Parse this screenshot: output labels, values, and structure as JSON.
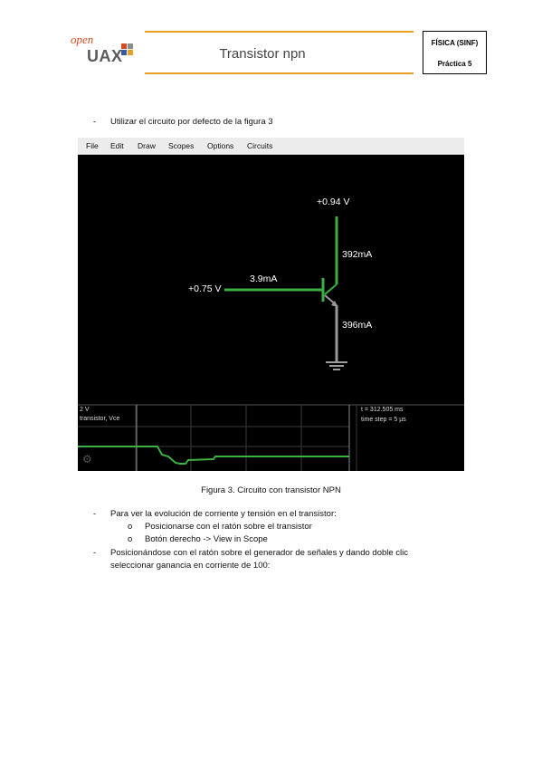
{
  "header": {
    "logo_open": "open",
    "logo_uax": "UAX",
    "title": "Transistor npn",
    "course": "FÍSICA (SINF)",
    "practice": "Práctica 5"
  },
  "intro": {
    "bullet": "-",
    "text": "Utilizar el circuito por defecto de la figura 3"
  },
  "screenshot": {
    "menu": [
      "File",
      "Edit",
      "Draw",
      "Scopes",
      "Options",
      "Circuits"
    ],
    "labels": {
      "collector_voltage": "+0.94 V",
      "collector_current": "392mA",
      "base_voltage": "+0.75 V",
      "base_current": "3.9mA",
      "emitter_current": "396mA"
    },
    "scope": {
      "scale": "2 V",
      "name": "transistor, Vce",
      "time": "t = 312.505 ms",
      "time_step": "time step = 5 µs"
    },
    "colors": {
      "wire_green": "#3cb043",
      "wire_gray": "#9a9a9a",
      "background": "#000000"
    }
  },
  "caption": "Figura 3. Circuito con transistor NPN",
  "list": {
    "item1": {
      "bullet": "-",
      "text": "Para ver la evolución de corriente y tensión en el transistor:",
      "subitems": [
        {
          "bullet": "o",
          "text": "Posicionarse con el ratón sobre el transistor"
        },
        {
          "bullet": "o",
          "text": "Botón derecho -> View in Scope"
        }
      ]
    },
    "item2": {
      "bullet": "-",
      "line1": "Posicionándose con el ratón sobre el generador de señales y dando doble clic",
      "line2": "seleccionar ganancia en corriente de 100:"
    }
  }
}
